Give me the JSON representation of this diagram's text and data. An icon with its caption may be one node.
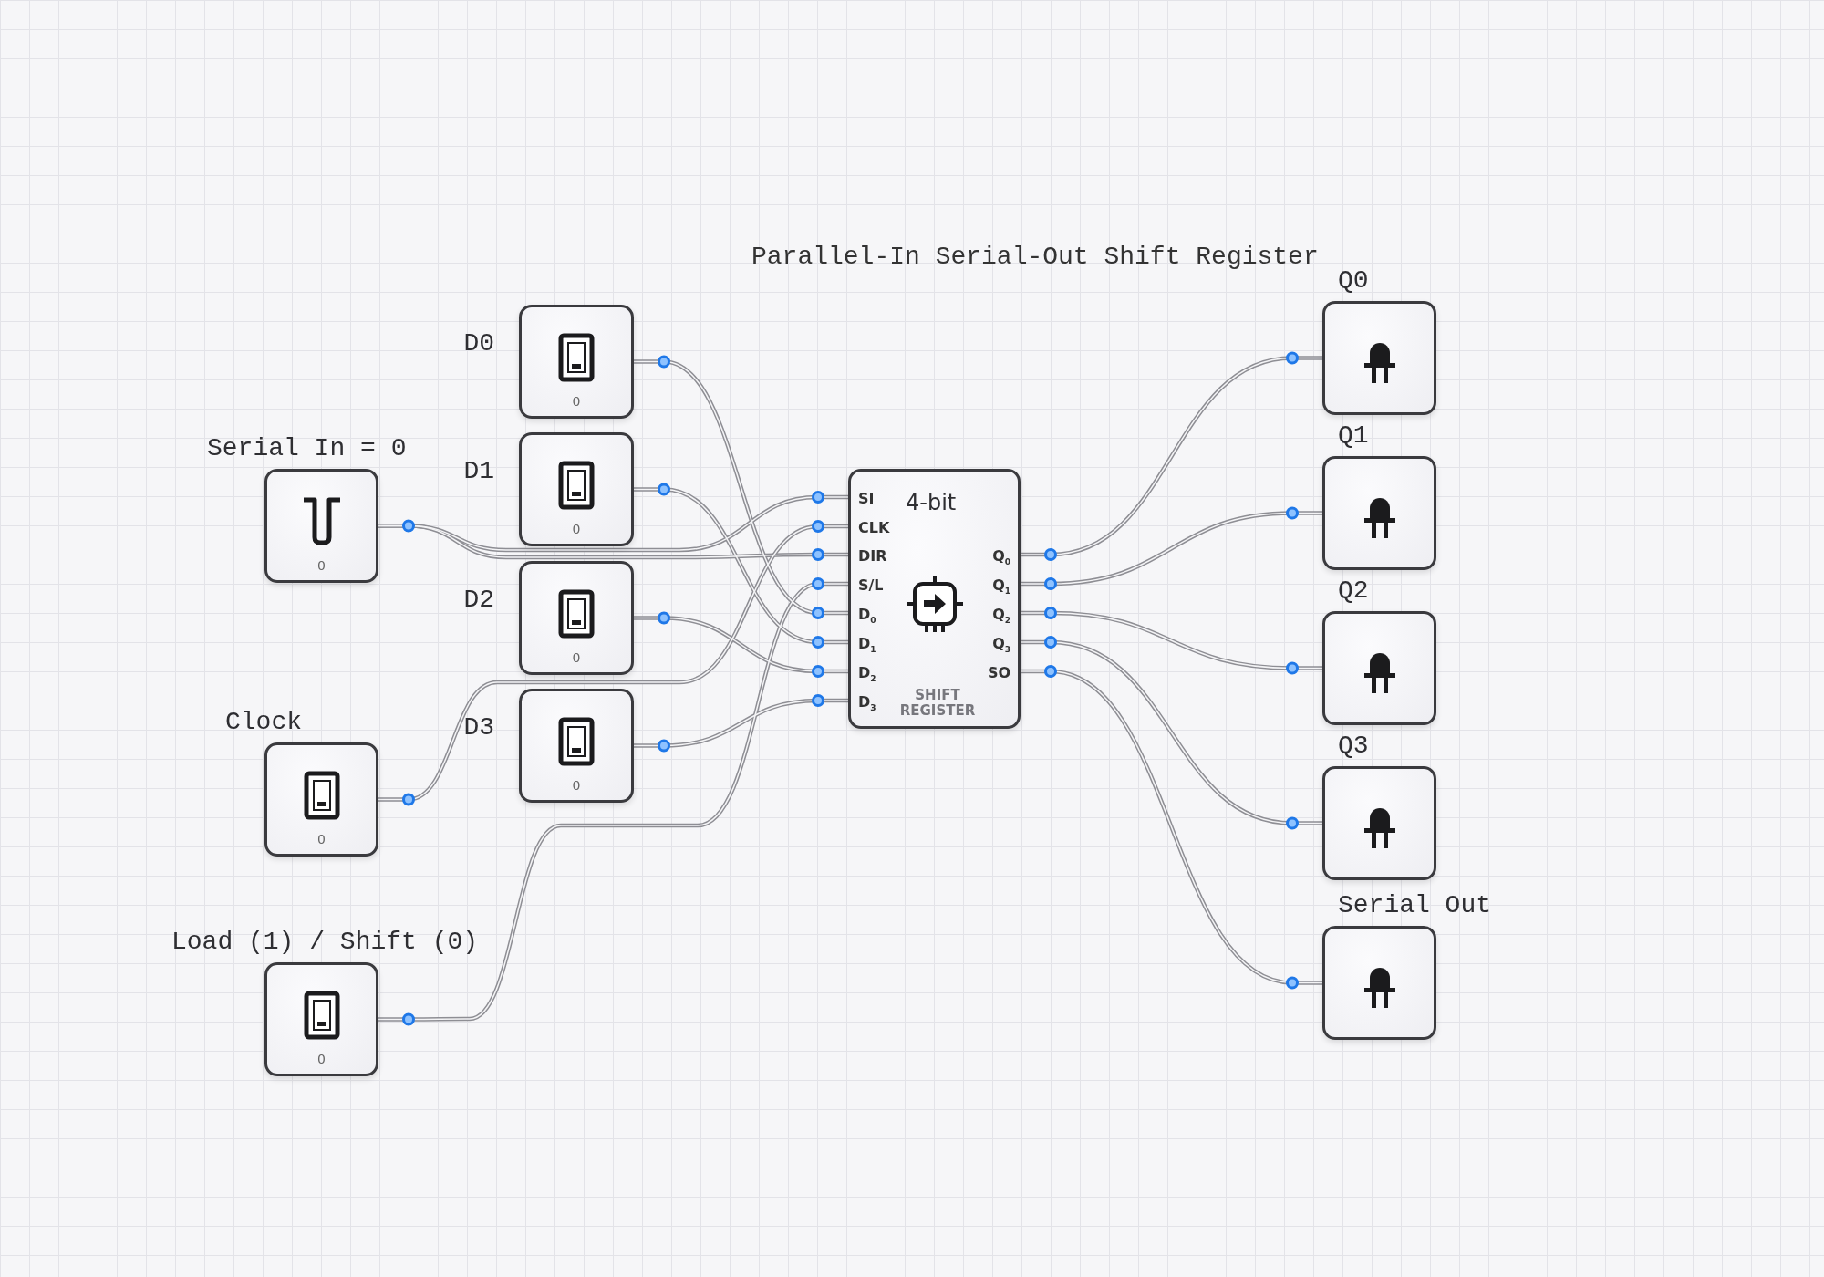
{
  "diagram": {
    "title": "Parallel-In Serial-Out Shift Register",
    "nodes": [
      {
        "text": [
          "Serial In = 0",
          "0"
        ]
      },
      {
        "text": [
          "D0",
          "0"
        ]
      },
      {
        "text": [
          "D1",
          "0"
        ]
      },
      {
        "text": [
          "D2",
          "0"
        ]
      },
      {
        "text": [
          "D3",
          "0"
        ]
      },
      {
        "text": [
          "Clock",
          "0"
        ]
      },
      {
        "text": [
          "Load (1) / Shift (0)",
          "0"
        ]
      },
      {
        "text": [
          "4-bit",
          "SHIFT REGISTER"
        ]
      },
      {
        "text": [
          "Q0"
        ]
      },
      {
        "text": [
          "Q1"
        ]
      },
      {
        "text": [
          "Q2"
        ]
      },
      {
        "text": [
          "Q3"
        ]
      },
      {
        "text": [
          "Serial Out"
        ]
      }
    ],
    "edges": [
      {
        "from": 0,
        "to": 7,
        "arrow": "none"
      },
      {
        "from": 0,
        "to": 7,
        "arrow": "none"
      },
      {
        "from": 1,
        "to": 7,
        "arrow": "none"
      },
      {
        "from": 2,
        "to": 7,
        "arrow": "none"
      },
      {
        "from": 3,
        "to": 7,
        "arrow": "none"
      },
      {
        "from": 4,
        "to": 7,
        "arrow": "none"
      },
      {
        "from": 5,
        "to": 7,
        "arrow": "none"
      },
      {
        "from": 6,
        "to": 7,
        "arrow": "none"
      },
      {
        "from": 7,
        "to": 8,
        "arrow": "none"
      },
      {
        "from": 7,
        "to": 9,
        "arrow": "none"
      },
      {
        "from": 7,
        "to": 10,
        "arrow": "none"
      },
      {
        "from": 7,
        "to": 11,
        "arrow": "none"
      },
      {
        "from": 7,
        "to": 12,
        "arrow": "none"
      }
    ],
    "labels": [
      "SI",
      "CLK",
      "DIR",
      "S/L",
      "D$_{0}$",
      "D$_{1}$",
      "D$_{2}$",
      "D$_{3}$",
      "Q$_{0}$",
      "Q$_{1}$",
      "Q$_{2}$",
      "Q$_{3}$",
      "SO"
    ]
  }
}
